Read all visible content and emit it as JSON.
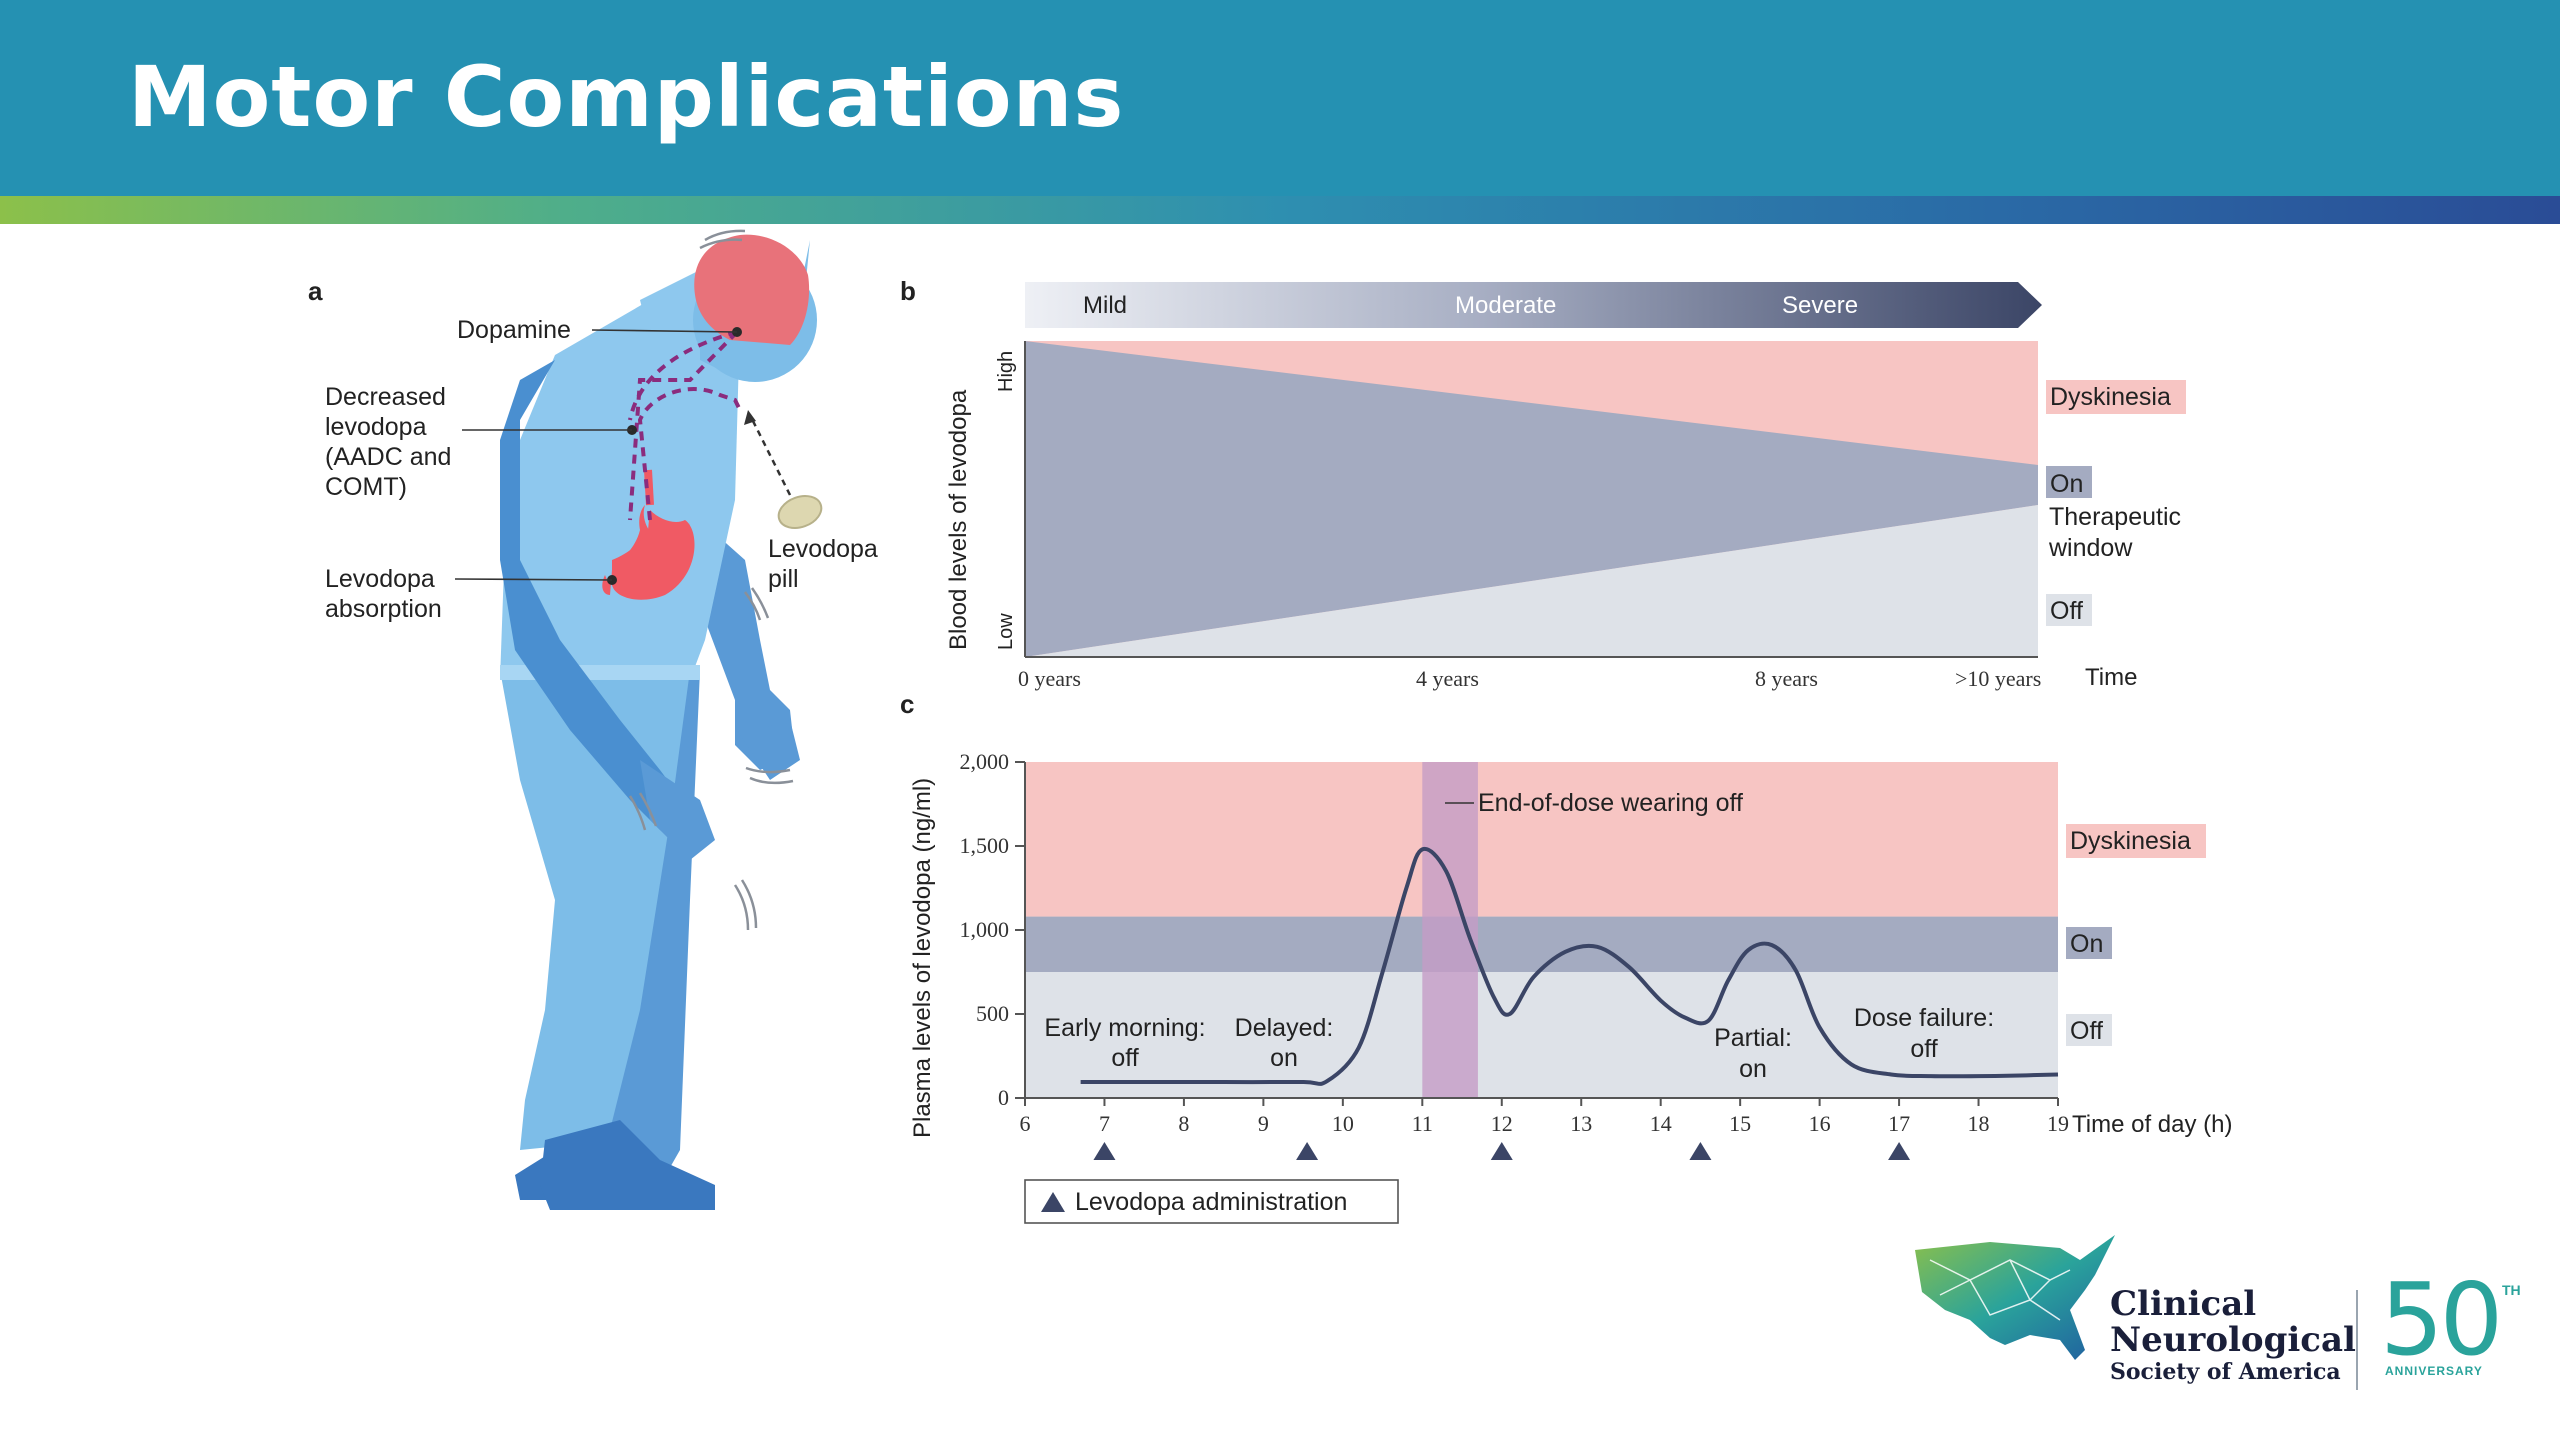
{
  "slide": {
    "title": "Motor Complications"
  },
  "panel_a": {
    "letter": "a",
    "labels": {
      "dopamine": "Dopamine",
      "decreased_1": "Decreased",
      "decreased_2": "levodopa",
      "decreased_3": "(AADC and",
      "decreased_4": "COMT)",
      "absorption_1": "Levodopa",
      "absorption_2": "absorption",
      "pill_1": "Levodopa",
      "pill_2": "pill"
    },
    "colors": {
      "body": "#7dbde8",
      "body_dark": "#4a8fd0",
      "brain": "#e8727a",
      "stomach": "#f05a64",
      "pill": "#ddd7b0"
    }
  },
  "panel_b": {
    "letter": "b",
    "severity": [
      "Mild",
      "Moderate",
      "Severe"
    ],
    "ylabel": "Blood levels of levodopa",
    "y_high": "High",
    "y_low": "Low",
    "x_ticks": [
      "0 years",
      "4 years",
      "8 years",
      ">10 years"
    ],
    "x_label": "Time",
    "zones": {
      "dyskinesia": "Dyskinesia",
      "on": "On",
      "window_1": "Therapeutic",
      "window_2": "window",
      "off": "Off"
    },
    "colors": {
      "dyskinesia": "#f7c5c3",
      "on": "#a4abc1",
      "off": "#dee2e8"
    }
  },
  "panel_c": {
    "letter": "c",
    "zones": {
      "dyskinesia": "Dyskinesia",
      "on": "On",
      "off": "Off"
    },
    "annotation": "End-of-dose wearing off",
    "phases": [
      {
        "line1": "Early morning:",
        "line2": "off"
      },
      {
        "line1": "Delayed:",
        "line2": "on"
      },
      {
        "line1": "Partial:",
        "line2": "on"
      },
      {
        "line1": "Dose failure:",
        "line2": "off"
      }
    ],
    "legend": "Levodopa administration"
  },
  "chart_data": {
    "type": "line",
    "ylabel": "Plasma levels of levodopa (ng/ml)",
    "xlabel": "Time of day (h)",
    "xlim": [
      6,
      19
    ],
    "ylim": [
      0,
      2000
    ],
    "x_ticks": [
      6,
      7,
      8,
      9,
      10,
      11,
      12,
      13,
      14,
      15,
      16,
      17,
      18,
      19
    ],
    "y_ticks": [
      0,
      500,
      1000,
      1500,
      2000
    ],
    "y_tick_labels": [
      "0",
      "500",
      "1,000",
      "1,500",
      "2,000"
    ],
    "bands": [
      {
        "label": "Off",
        "from": 0,
        "to": 750,
        "color": "#dee2e8"
      },
      {
        "label": "On",
        "from": 750,
        "to": 1080,
        "color": "#a4abc1"
      },
      {
        "label": "Dyskinesia",
        "from": 1080,
        "to": 2000,
        "color": "#f7c5c3"
      }
    ],
    "highlight_x": [
      11,
      11.7
    ],
    "highlight_color": "#c49cc5",
    "series": [
      {
        "x": [
          6.7,
          7.5,
          8.5,
          9.5,
          9.8,
          10.2,
          10.5,
          10.8,
          11.0,
          11.3,
          11.6,
          11.9,
          12.1,
          12.4,
          12.8,
          13.2,
          13.6,
          14.0,
          14.3,
          14.6,
          14.85,
          15.1,
          15.4,
          15.7,
          16.0,
          16.4,
          16.9,
          17.4,
          18.0,
          18.6,
          19.0
        ],
        "y": [
          95,
          95,
          95,
          95,
          100,
          300,
          750,
          1250,
          1480,
          1350,
          950,
          600,
          500,
          720,
          870,
          900,
          780,
          580,
          480,
          460,
          700,
          880,
          910,
          760,
          420,
          200,
          140,
          130,
          130,
          135,
          140
        ],
        "color": "#3b4566"
      }
    ],
    "dose_times": [
      7,
      9.55,
      12,
      14.5,
      17
    ]
  },
  "logo": {
    "line1": "Clinical",
    "line2": "Neurological",
    "line3": "Society of America",
    "number": "50",
    "sup": "TH",
    "anniversary": "ANNIVERSARY"
  }
}
